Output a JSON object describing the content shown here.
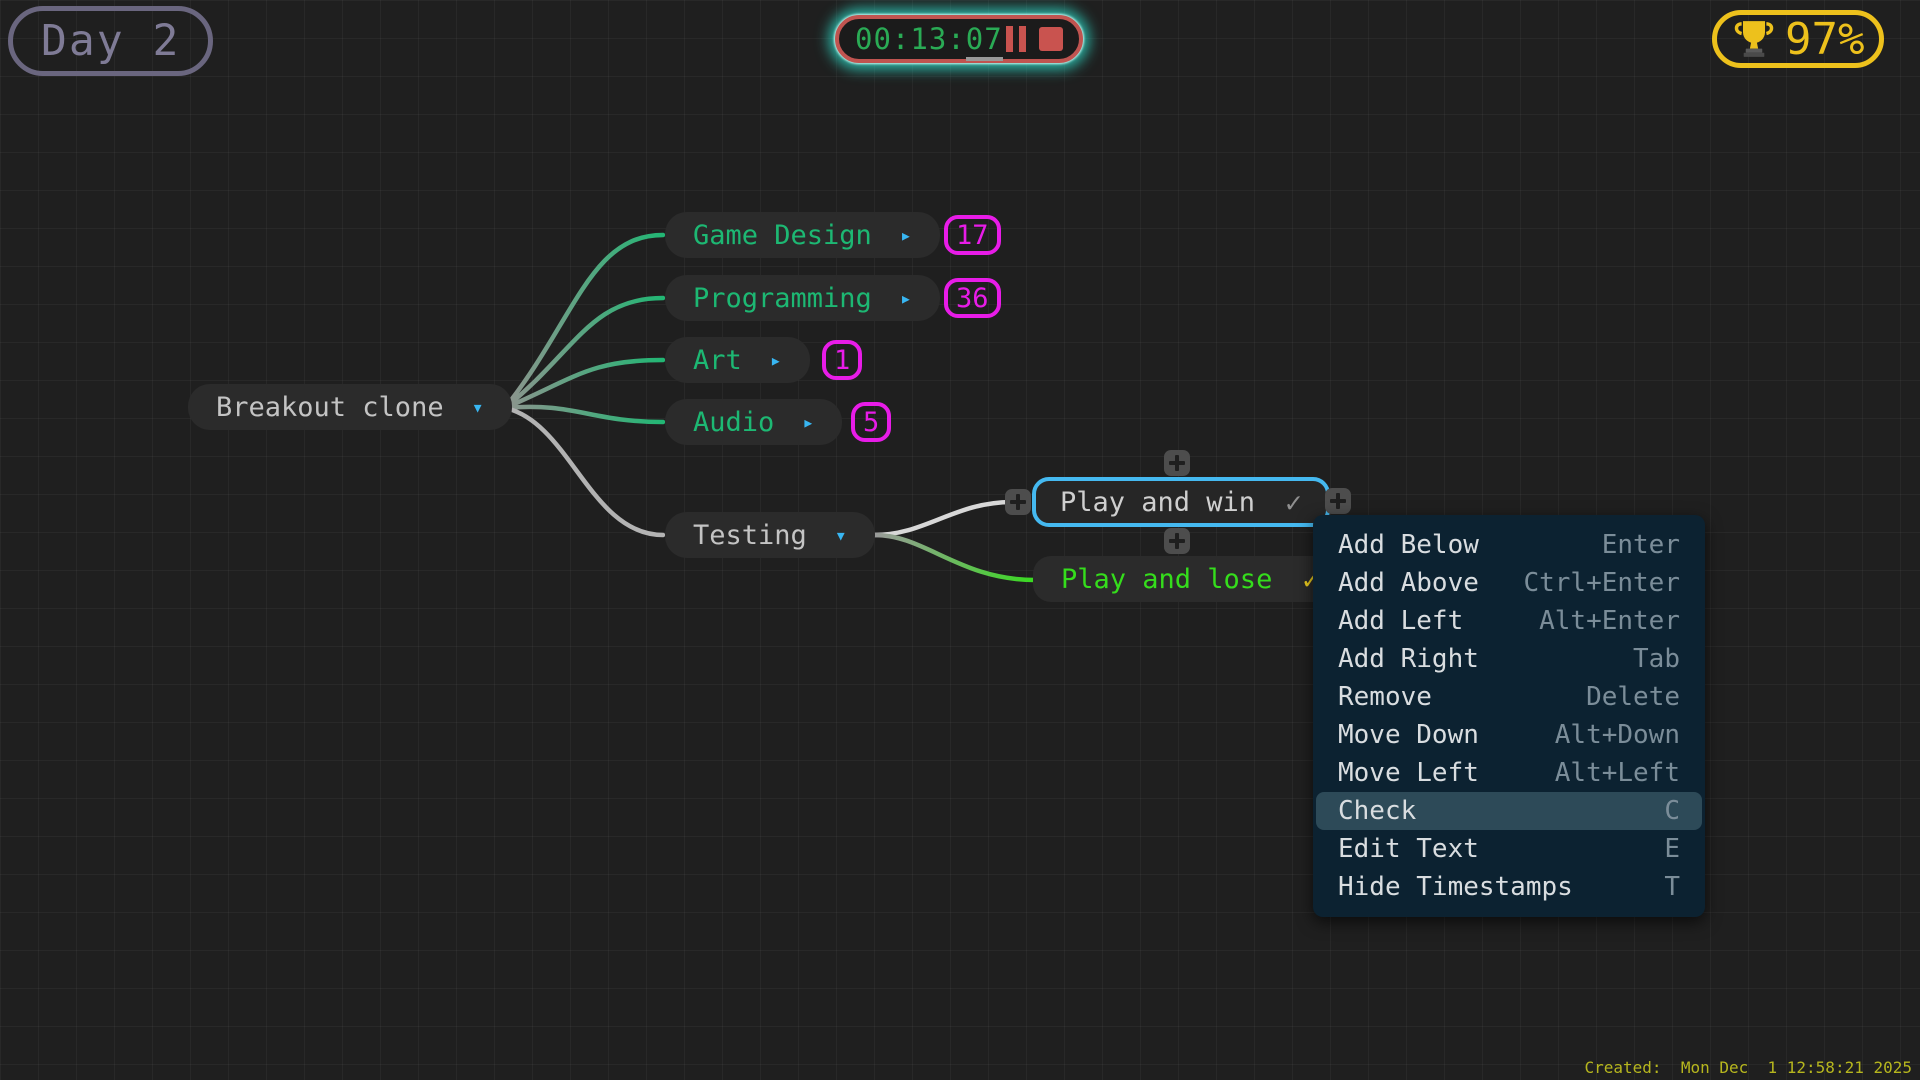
{
  "day_badge": {
    "label": "Day 2"
  },
  "timer": {
    "time_main": "00:13:",
    "time_seconds": "07",
    "pause_icon": "pause-icon",
    "stop_icon": "stop-icon",
    "border_color": "#c05450",
    "glow_color": "#2ed8c6",
    "digit_color": "#2aab55"
  },
  "score": {
    "value": "97%",
    "icon": "trophy-icon",
    "color": "#edc11c"
  },
  "mindmap": {
    "root": {
      "label": "Breakout clone",
      "indicator": "▾"
    },
    "branches": [
      {
        "label": "Game Design",
        "indicator": "▸",
        "badge": "17"
      },
      {
        "label": "Programming",
        "indicator": "▸",
        "badge": "36"
      },
      {
        "label": "Art",
        "indicator": "▸",
        "badge": "1"
      },
      {
        "label": "Audio",
        "indicator": "▸",
        "badge": "5"
      },
      {
        "label": "Testing",
        "indicator": "▾"
      }
    ],
    "leaves": [
      {
        "label": "Play and win",
        "check": "✓",
        "state": "selected"
      },
      {
        "label": "Play and lose",
        "check": "✓",
        "state": "checked"
      }
    ],
    "colors": {
      "branch_text": "#1db873",
      "selected_border": "#45b9f0",
      "checked_text": "#35dd1c",
      "badge": "#e81ce8"
    }
  },
  "context_menu": {
    "items": [
      {
        "label": "Add Below",
        "shortcut": "Enter"
      },
      {
        "label": "Add Above",
        "shortcut": "Ctrl+Enter"
      },
      {
        "label": "Add Left",
        "shortcut": "Alt+Enter"
      },
      {
        "label": "Add Right",
        "shortcut": "Tab"
      },
      {
        "label": "Remove",
        "shortcut": "Delete"
      },
      {
        "label": "Move Down",
        "shortcut": "Alt+Down"
      },
      {
        "label": "Move Left",
        "shortcut": "Alt+Left"
      },
      {
        "label": "Check",
        "shortcut": "C",
        "highlighted": true
      },
      {
        "label": "Edit Text",
        "shortcut": "E"
      },
      {
        "label": "Hide Timestamps",
        "shortcut": "T"
      }
    ]
  },
  "status_bar": {
    "created": "Created:  Mon Dec  1 12:58:21 2025"
  }
}
